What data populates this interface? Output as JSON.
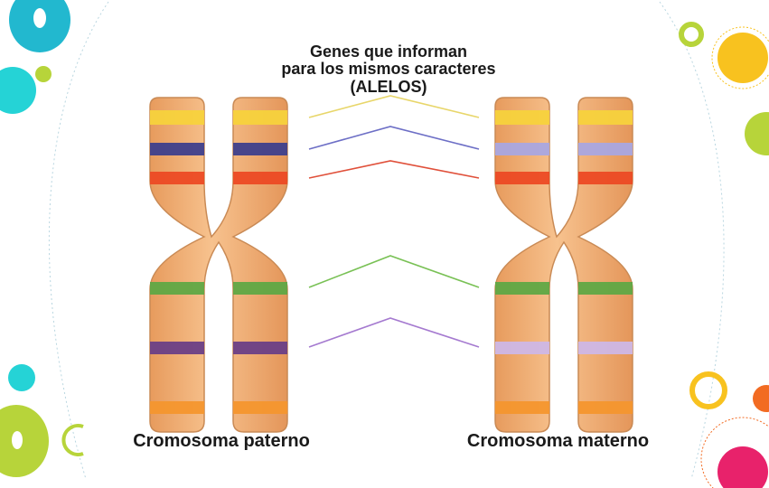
{
  "title": {
    "line1": "Genes que informan",
    "line2": "para los mismos caracteres",
    "line3": "(ALELOS)"
  },
  "labels": {
    "paternal": "Cromosoma paterno",
    "maternal": "Cromosoma materno"
  },
  "colors": {
    "chromosome_body": "#f0b47a",
    "chromosome_edge": "#c98a55",
    "accent_teal": "#22c1d0",
    "accent_cyan": "#25d3d6",
    "accent_lime": "#b7d43a",
    "accent_yellow": "#f8c21f",
    "accent_orange": "#f26b22",
    "accent_magenta": "#e8226b",
    "band_yellow": "#f7d23c",
    "band_blue_paternal": "#3e3f8c",
    "band_blue_maternal": "#a9a7e0",
    "band_red": "#ec4a24",
    "band_green": "#5fa845",
    "band_violet_paternal": "#6a3f86",
    "band_violet_maternal": "#cdb7e6",
    "band_orange": "#f4962e"
  }
}
